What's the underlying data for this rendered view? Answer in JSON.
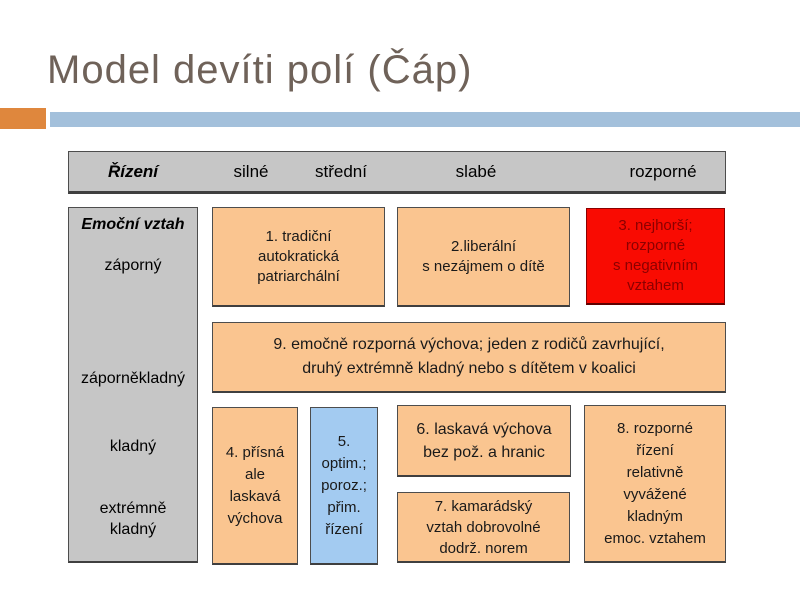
{
  "slide": {
    "title": "Model devíti polí (Čáp)"
  },
  "colors": {
    "title_text": "#6F6259",
    "accent_orange": "#DF873D",
    "accent_blue": "#A3C0DB",
    "panel_gray": "#C6C6C6",
    "cell_tan": "#FAC590",
    "cell_red": "#F90B02",
    "cell_red_text": "#8B0000",
    "cell_blue": "#A3CBF1",
    "border_dark": "#4D4D4D"
  },
  "header_row": {
    "row_label": "Řízení",
    "columns": [
      {
        "label": "silné"
      },
      {
        "label": "střední"
      },
      {
        "label": "slabé"
      },
      {
        "label": "rozporné"
      }
    ]
  },
  "left_column": {
    "header": "Emoční vztah",
    "rows": [
      {
        "label": "záporný"
      },
      {
        "label": "záporněkladný"
      },
      {
        "label": "kladný"
      },
      {
        "label": "extrémně\nkladný"
      }
    ]
  },
  "cells": {
    "c1": {
      "text": "1. tradiční\nautokratická\npatriarchální"
    },
    "c2": {
      "text": "2.liberální\ns nezájmem o dítě"
    },
    "c3": {
      "text": "3. nejhorší;\nrozporné\ns negativním\nvztahem"
    },
    "c4": {
      "text": "4. přísná\nale\nlaskavá\nvýchova"
    },
    "c5": {
      "text": "5.\noptim.;\nporoz.;\npřim.\nřízení"
    },
    "c6": {
      "text": "6. laskavá výchova\nbez pož. a hranic"
    },
    "c7": {
      "text": "7. kamarádský\nvztah dobrovolné\ndodrž. norem"
    },
    "c8": {
      "text": "8. rozporné\nřízení\nrelativně\nvyvážené\nkladným\nemoc. vztahem"
    },
    "c9": {
      "text": "9. emočně rozporná výchova; jeden z rodičů zavrhující,\ndruhý extrémně kladný nebo s dítětem v koalici"
    }
  }
}
